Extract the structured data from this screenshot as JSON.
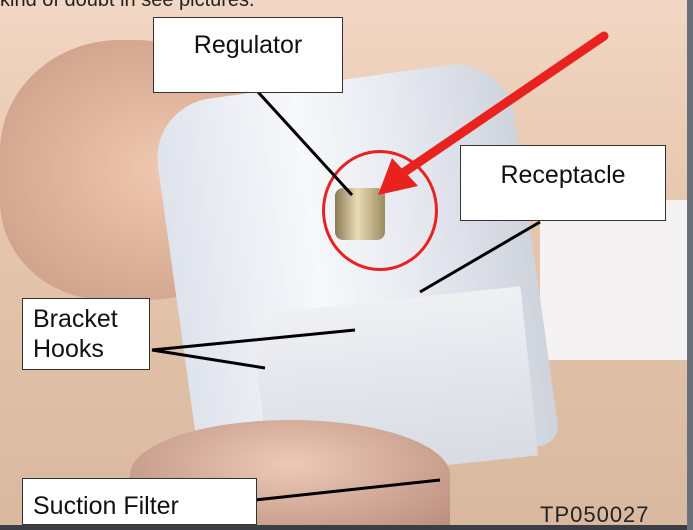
{
  "caption_partial": "kind of doubt in see pictures.",
  "labels": {
    "regulator": "Regulator",
    "receptacle": "Receptacle",
    "bracket_hooks_line1": "Bracket",
    "bracket_hooks_line2": "Hooks",
    "suction_filter": "Suction Filter"
  },
  "figure_code": "TP050027",
  "colors": {
    "annotation_red": "#e8231f",
    "leader_lines": "#000000"
  }
}
